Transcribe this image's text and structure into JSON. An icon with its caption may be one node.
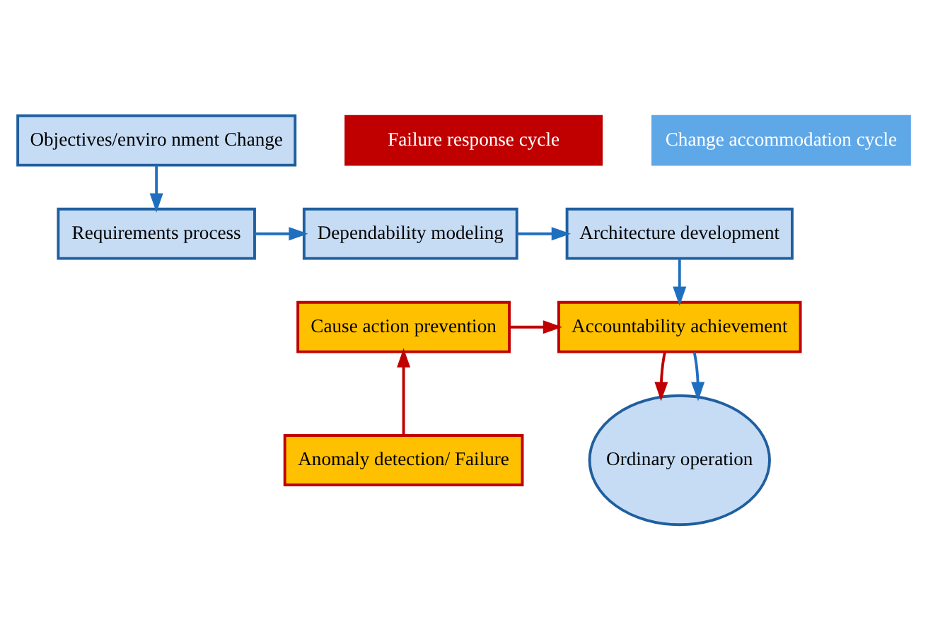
{
  "diagram": {
    "nodes": [
      {
        "text": [
          "Requirements process"
        ]
      },
      {
        "text": [
          "Dependability modeling"
        ]
      },
      {
        "text": [
          "Architecture development"
        ]
      },
      {
        "text": [
          "Cause action prevention"
        ]
      },
      {
        "text": [
          "Accountability achievement"
        ]
      },
      {
        "text": [
          "Failure response cycle"
        ]
      },
      {
        "text": [
          "Anomaly detection/ Failure"
        ]
      },
      {
        "text": [
          "Ordinary operation"
        ]
      },
      {
        "text": [
          "Objectives/enviro nment Change"
        ]
      },
      {
        "text": [
          "Change accommodation cycle"
        ]
      }
    ],
    "edges": [
      {
        "from": 0,
        "to": 1,
        "arrow": "to"
      },
      {
        "from": 1,
        "to": 2,
        "arrow": "to"
      },
      {
        "from": 2,
        "to": 4,
        "arrow": "to"
      },
      {
        "from": 3,
        "to": 4,
        "arrow": "to",
        "color": "#c00000"
      },
      {
        "from": 4,
        "to": 7,
        "arrow": "to",
        "color": "#c00000"
      },
      {
        "from": 4,
        "to": 7,
        "arrow": "to"
      },
      {
        "from": 6,
        "to": 3,
        "arrow": "to",
        "color": "#c00000"
      },
      {
        "from": 8,
        "to": 0,
        "arrow": "to"
      }
    ]
  }
}
